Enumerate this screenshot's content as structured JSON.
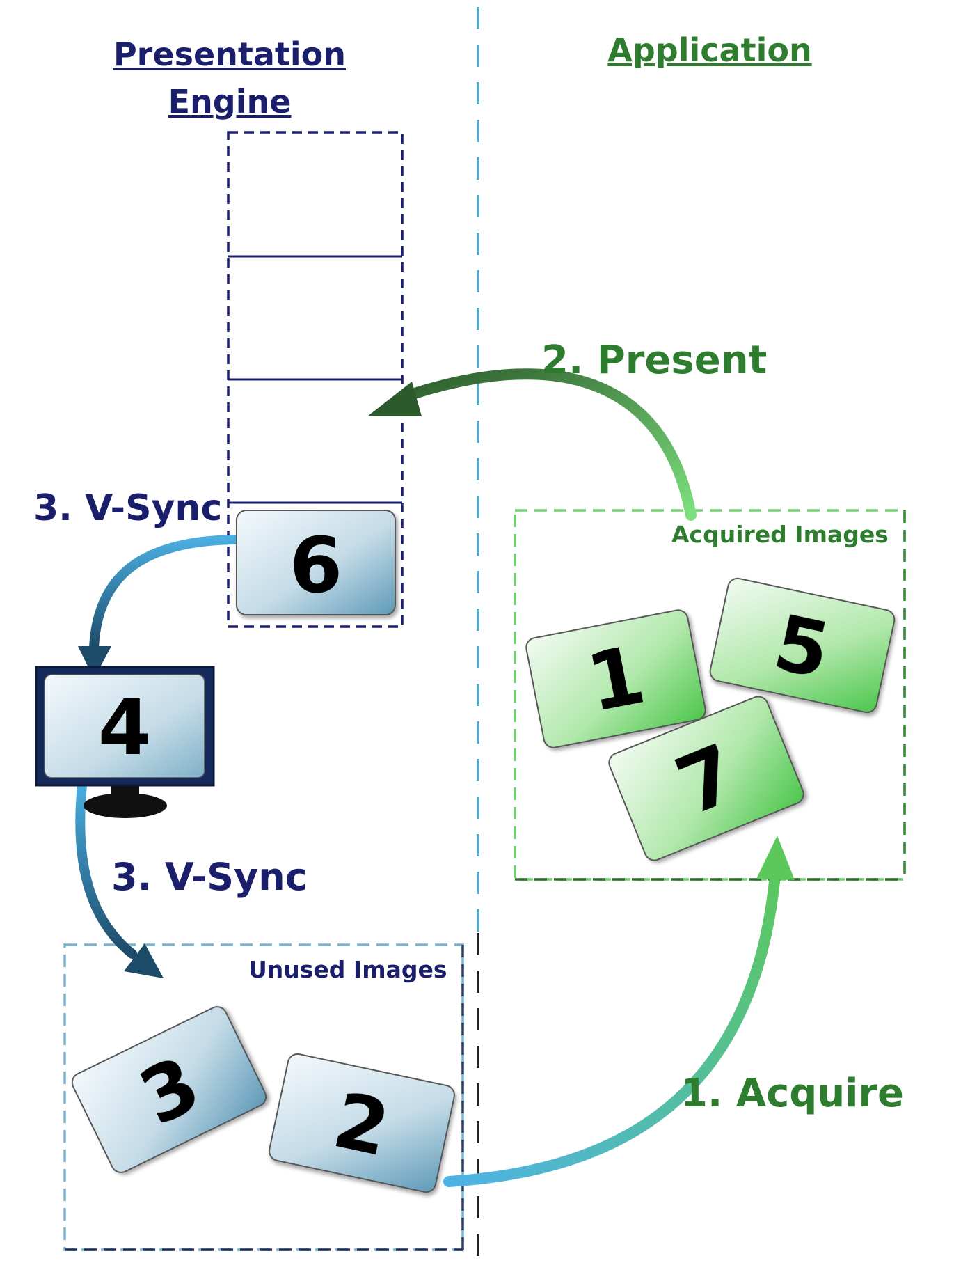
{
  "headers": {
    "presentation_engine_line1": "Presentation",
    "presentation_engine_line2": "Engine",
    "application": "Application"
  },
  "labels": {
    "present": "2. Present",
    "vsync_top": "3. V-Sync",
    "vsync_bottom": "3. V-Sync",
    "acquire": "1. Acquire"
  },
  "regions": {
    "acquired_images": "Acquired Images",
    "unused_images": "Unused Images"
  },
  "images": {
    "queued": "6",
    "display": "4",
    "acquired": [
      "1",
      "5",
      "7"
    ],
    "unused": [
      "3",
      "2"
    ]
  },
  "colors": {
    "presentation": "#1b1f6b",
    "application": "#2e7d2e",
    "divider": "#5aa7c8",
    "blue_card": "#8ab6cc",
    "green_card": "#6fd06f"
  }
}
